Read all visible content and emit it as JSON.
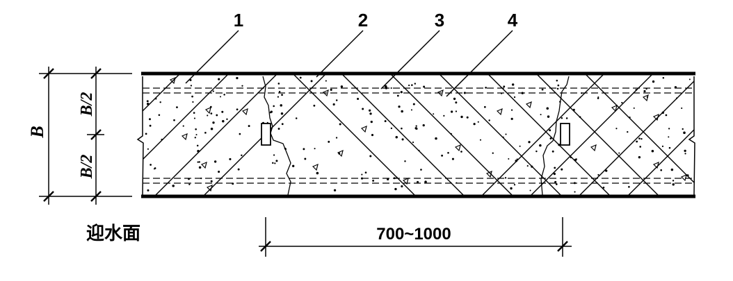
{
  "callouts": [
    "1",
    "2",
    "3",
    "4"
  ],
  "dimensions": {
    "total_thickness": "B",
    "half_upper": "B/2",
    "half_lower": "B/2",
    "spacing": "700~1000"
  },
  "face_label": "迎水面",
  "colors": {
    "ink": "#000000",
    "paper": "#ffffff"
  }
}
